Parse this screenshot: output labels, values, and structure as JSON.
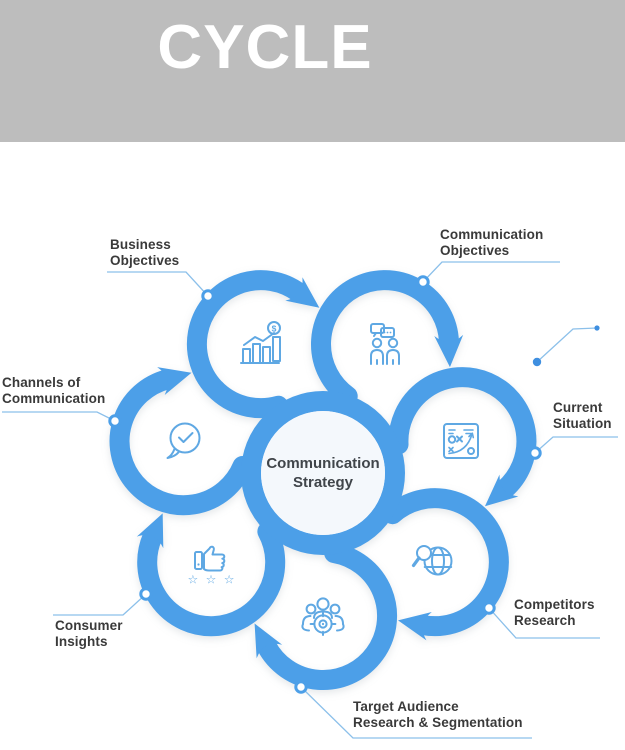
{
  "header": {
    "title": "CYCLE"
  },
  "colors": {
    "banner_bg": "#bdbdbd",
    "banner_text": "#ffffff",
    "arrow_blue": "#4c9fe8",
    "icon_blue": "#5fa8e3",
    "leader_line_blue": "#8cc0ea",
    "label_text": "#3a3a3a",
    "hub_fill": "#f4f8fc"
  },
  "center": {
    "label": "Communication Strategy",
    "lines": [
      "Communication",
      "Strategy"
    ]
  },
  "petals": [
    {
      "id": "business-objectives",
      "label": "Business Objectives",
      "lines": [
        "Business",
        "Objectives"
      ],
      "icon": "bar-chart-dollar-icon"
    },
    {
      "id": "communication-objectives",
      "label": "Communication Objectives",
      "lines": [
        "Communication",
        "Objectives"
      ],
      "icon": "people-chat-icon"
    },
    {
      "id": "current-situation",
      "label": "Current Situation",
      "lines": [
        "Current",
        "Situation"
      ],
      "icon": "strategy-board-icon"
    },
    {
      "id": "competitors-research",
      "label": "Competitors Research",
      "lines": [
        "Competitors",
        "Research"
      ],
      "icon": "globe-magnifier-icon"
    },
    {
      "id": "target-audience",
      "label": "Target Audience Research & Segmentation",
      "lines": [
        "Target Audience",
        "Research & Segmentation"
      ],
      "icon": "audience-target-icon"
    },
    {
      "id": "consumer-insights",
      "label": "Consumer Insights",
      "lines": [
        "Consumer",
        "Insights"
      ],
      "icon": "thumbs-up-stars-icon"
    },
    {
      "id": "channels-of-communication",
      "label": "Channels of Communication",
      "lines": [
        "Channels of",
        "Communication"
      ],
      "icon": "chat-check-icon"
    }
  ],
  "icon_glyphs": {
    "dollar": "$",
    "stars": "☆ ☆ ☆"
  }
}
